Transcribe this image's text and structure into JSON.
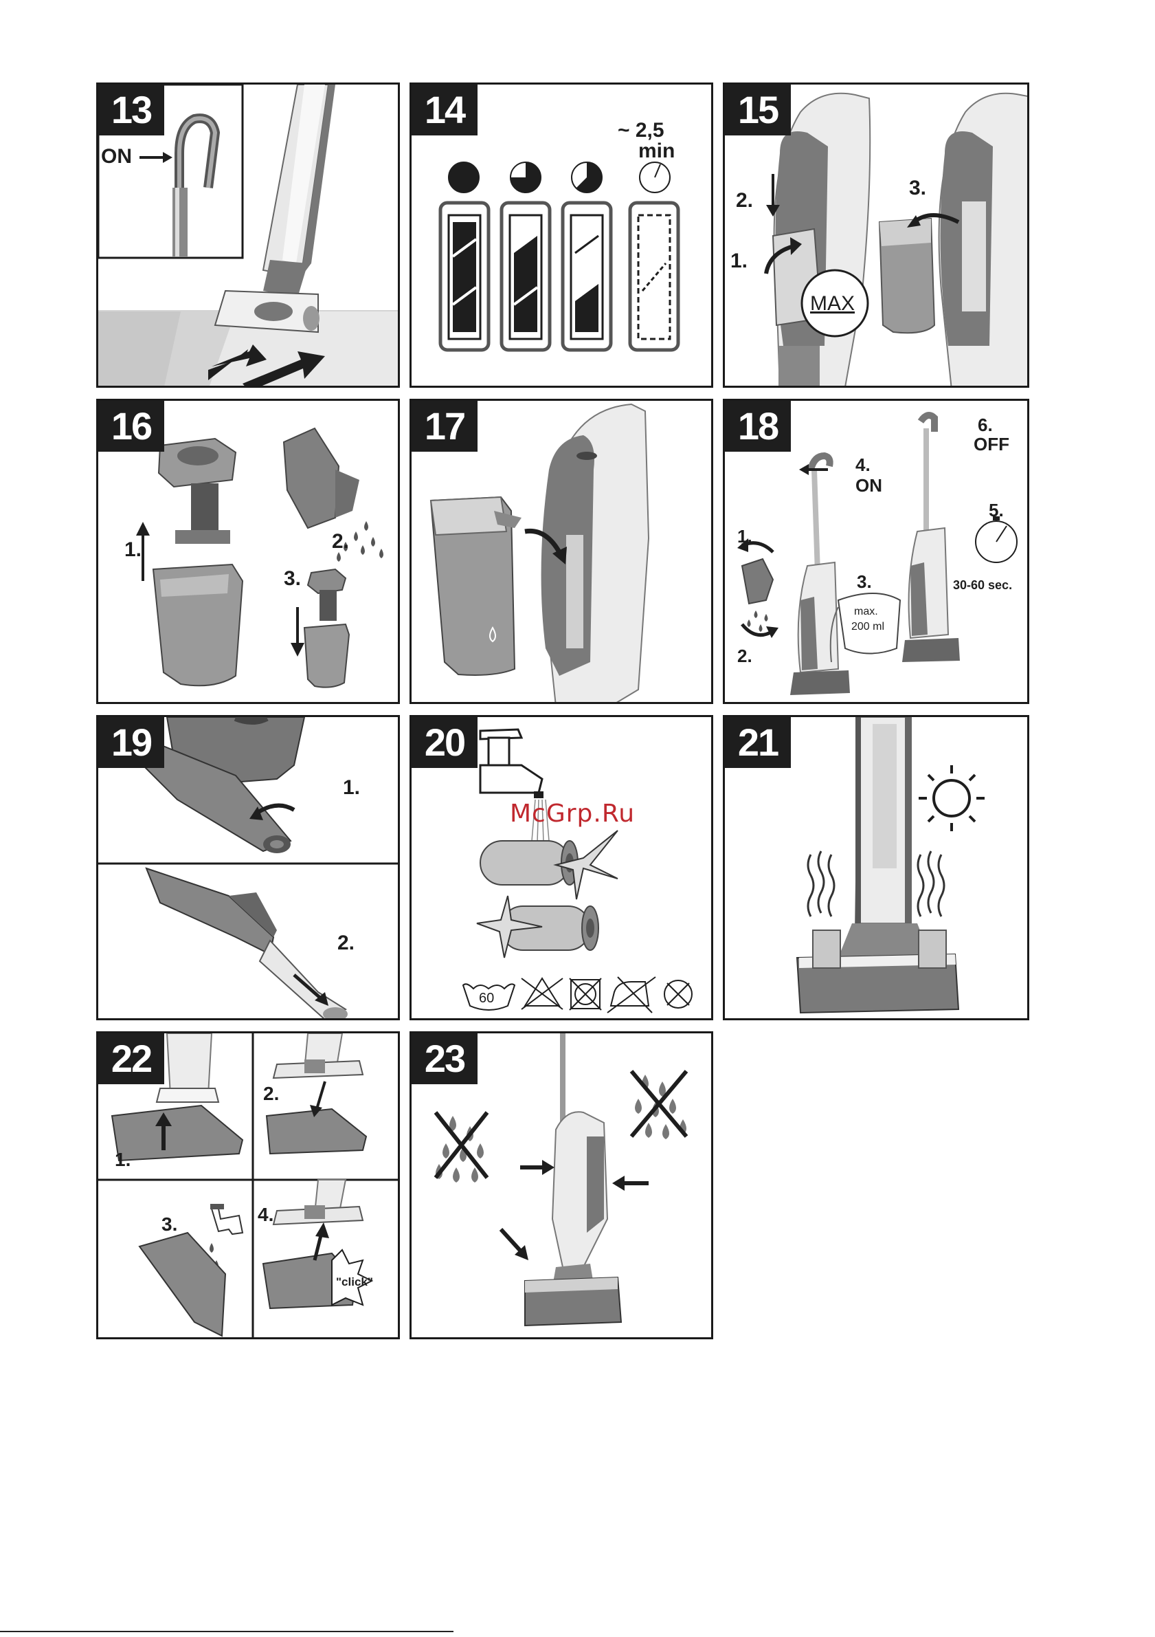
{
  "watermark": "McGrp.Ru",
  "panels": [
    {
      "number": "13",
      "labels": {
        "on": "ON"
      }
    },
    {
      "number": "14",
      "labels": {
        "time_top": "~ 2,5",
        "time_unit": "min"
      }
    },
    {
      "number": "15",
      "labels": {
        "step1": "1.",
        "step2": "2.",
        "step3": "3.",
        "max": "MAX"
      }
    },
    {
      "number": "16",
      "labels": {
        "step1": "1.",
        "step2": "2.",
        "step3": "3."
      }
    },
    {
      "number": "17",
      "labels": {}
    },
    {
      "number": "18",
      "labels": {
        "step1": "1.",
        "step2": "2.",
        "step3": "3.",
        "step4": "4.",
        "on": "ON",
        "step5": "5.",
        "step6": "6.",
        "off": "OFF",
        "max": "max.",
        "volume": "200 ml",
        "duration": "30-60 sec."
      }
    },
    {
      "number": "19",
      "labels": {
        "step1": "1.",
        "step2": "2."
      }
    },
    {
      "number": "20",
      "labels": {
        "wash_temp": "60"
      }
    },
    {
      "number": "21",
      "labels": {}
    },
    {
      "number": "22",
      "labels": {
        "step1": "1.",
        "step2": "2.",
        "step3": "3.",
        "step4": "4.",
        "click": "\"click\""
      }
    },
    {
      "number": "23",
      "labels": {}
    }
  ],
  "icons": [
    "hand-arrow-icon",
    "battery-icon",
    "clock-icon",
    "water-drop-icon",
    "sun-icon",
    "faucet-icon",
    "wash-60-icon",
    "no-bleach-icon",
    "no-tumble-dry-icon",
    "no-iron-icon",
    "no-dry-clean-icon",
    "no-water-icon",
    "arrow-icon"
  ]
}
